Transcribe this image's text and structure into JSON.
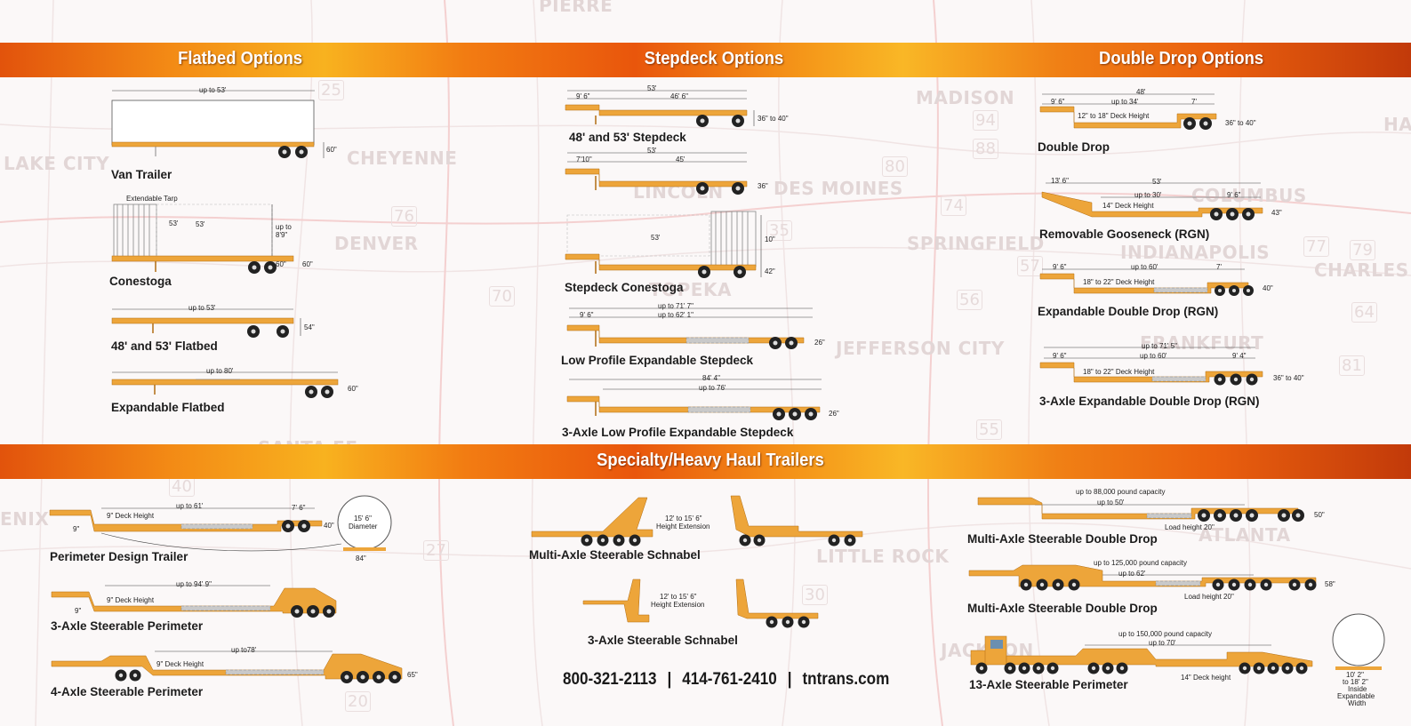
{
  "map_cities": [
    "PIERRE",
    "MADISON",
    "CHEYENNE",
    "LAKE CITY",
    "DENVER",
    "LINCOLN",
    "DES MOINES",
    "SPRINGFIELD",
    "COLUMBUS",
    "INDIANAPOLIS",
    "CHARLES",
    "JEFFERSON CITY",
    "FRANKFURT",
    "TOPEKA",
    "SANTA FE",
    "LITTLE ROCK",
    "ATLANTA",
    "ENIX",
    "JACKSON",
    "HAR"
  ],
  "map_highways": [
    "25",
    "94",
    "88",
    "80",
    "76",
    "74",
    "57",
    "70",
    "56",
    "64",
    "55",
    "40",
    "27",
    "30",
    "20",
    "35",
    "77",
    "79",
    "81"
  ],
  "sections": {
    "flatbed": "Flatbed Options",
    "stepdeck": "Stepdeck Options",
    "double_drop": "Double   Drop Options",
    "specialty": "Specialty/Heavy Haul Trailers"
  },
  "trailers": {
    "van": {
      "label": "Van Trailer",
      "dims": [
        "up to 53'",
        "60\""
      ]
    },
    "conestoga": {
      "label": "Conestoga",
      "dims": [
        "Extendable Tarp",
        "53'",
        "53'",
        "up to",
        "8'9\"",
        "60\"",
        "60\""
      ]
    },
    "flatbed": {
      "label": "48' and 53' Flatbed",
      "dims": [
        "up to 53'",
        "54\""
      ]
    },
    "exp_flatbed": {
      "label": "Expandable Flatbed",
      "dims": [
        "up to 80'",
        "60\""
      ]
    },
    "stepdeck": {
      "label": "48' and 53' Stepdeck",
      "dims": [
        "53'",
        "9' 6\"",
        "46' 6\"",
        "36\" to 40\""
      ]
    },
    "stepdeck2": {
      "dims": [
        "53'",
        "7'10\"",
        "45'",
        "36\""
      ]
    },
    "step_conestoga": {
      "label": "Stepdeck Conestoga",
      "dims": [
        "53'",
        "10\"",
        "42\""
      ]
    },
    "lp_exp_step": {
      "label": "Low Profile Expandable Stepdeck",
      "dims": [
        "up to 71' 7\"",
        "9' 6\"",
        "up to 62' 1\"",
        "26\""
      ]
    },
    "axle3_lp_step": {
      "label": "3-Axle Low Profile Expandable Stepdeck",
      "dims": [
        "84' 4\"",
        "up to 76'",
        "26\""
      ]
    },
    "double_drop": {
      "label": "Double Drop",
      "dims": [
        "48'",
        "9' 6\"",
        "up to 34'",
        "7'",
        "12\" to 18\" Deck Height",
        "36\" to 40\""
      ]
    },
    "rgn": {
      "label": "Removable Gooseneck (RGN)",
      "dims": [
        "13' 6\"",
        "53'",
        "up to 30'",
        "9' 6\"",
        "14\" Deck Height",
        "43\""
      ]
    },
    "exp_dd_rgn": {
      "label": "Expandable Double Drop (RGN)",
      "dims": [
        "9' 6\"",
        "up to 60'",
        "7'",
        "18\" to 22\" Deck Height",
        "40\""
      ]
    },
    "axle3_exp_dd": {
      "label": "3-Axle Expandable Double Drop (RGN)",
      "dims": [
        "up to 71' 5\"",
        "9' 6\"",
        "up to 60'",
        "9' 4\"",
        "18\" to 22\" Deck Height",
        "36\" to 40\""
      ]
    },
    "perimeter": {
      "label": "Perimeter Design Trailer",
      "dims": [
        "up to 61'",
        "9\" Deck Height",
        "7' 6\"",
        "9\"",
        "40\"",
        "15' 6\"",
        "Diameter",
        "84\""
      ]
    },
    "axle3_perimeter": {
      "label": "3-Axle Steerable Perimeter",
      "dims": [
        "up to 94' 9\"",
        "9\" Deck Height",
        "9\""
      ]
    },
    "axle4_perimeter": {
      "label": "4-Axle Steerable Perimeter",
      "dims": [
        "up to78'",
        "9\" Deck Height",
        "65\""
      ]
    },
    "multi_schnabel": {
      "label": "Multi-Axle Steerable Schnabel",
      "dims": [
        "12' to 15' 6\"",
        "Height Extension"
      ]
    },
    "axle3_schnabel": {
      "label": "3-Axle Steerable Schnabel",
      "dims": [
        "12' to 15' 6\"",
        "Height Extension"
      ]
    },
    "multi_dd1": {
      "label": "Multi-Axle Steerable Double Drop",
      "dims": [
        "up to 88,000 pound capacity",
        "up to 50'",
        "Load height 20\"",
        "50\""
      ]
    },
    "multi_dd2": {
      "label": "Multi-Axle Steerable Double Drop",
      "dims": [
        "up to 125,000 pound capacity",
        "up to 62'",
        "Load height 20\"",
        "58\""
      ]
    },
    "axle13_perimeter": {
      "label": "13-Axle Steerable Perimeter",
      "dims": [
        "up to 150,000 pound capacity",
        "up to 70'",
        "14\" Deck height",
        "10' 2\"",
        "to 18' 2\"",
        "Inside",
        "Expandable",
        "Width"
      ]
    }
  },
  "contact": {
    "phone1": "800-321-2113",
    "phone2": "414-761-2410",
    "website": "tntrans.com",
    "separator": "|"
  },
  "colors": {
    "trailer": "#eda53a",
    "trailer_dark": "#b06c12",
    "banner_start": "#e2530c",
    "banner_mid": "#f9b726",
    "banner_end": "#c23a0a"
  }
}
